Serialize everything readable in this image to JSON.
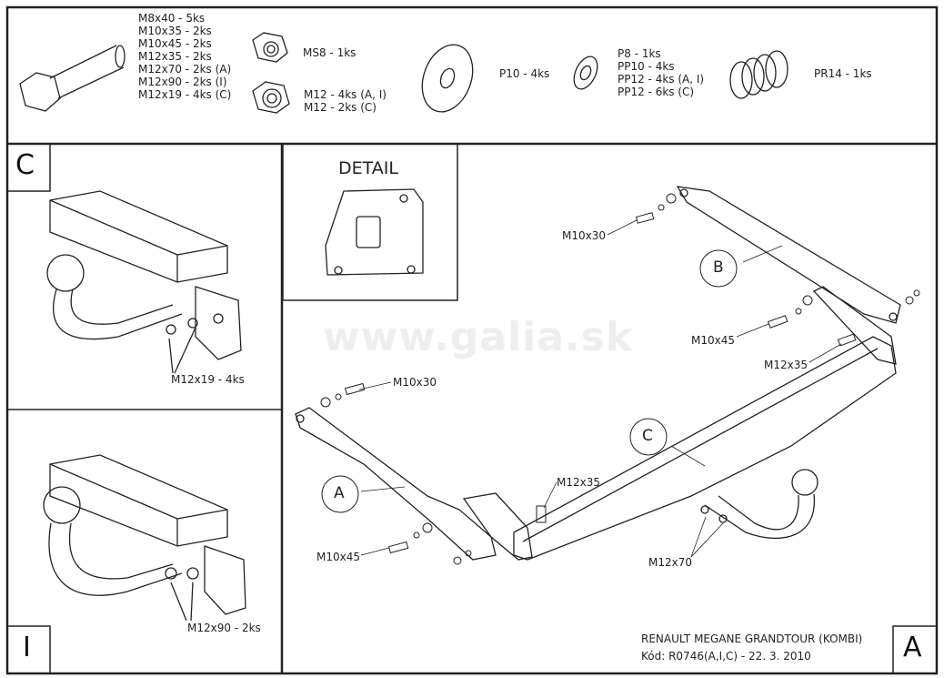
{
  "parts": {
    "bolts": [
      "M8x40 - 5ks",
      "M10x35 - 2ks",
      "M10x45 - 2ks",
      "M12x35 - 2ks",
      "M12x70 - 2ks (A)",
      "M12x90 - 2ks (I)",
      "M12x19 - 4ks (C)"
    ],
    "nut_ms8": "MS8 - 1ks",
    "nuts_m12": [
      "M12 - 4ks (A, I)",
      "M12 - 2ks (C)"
    ],
    "washer_p10": "P10 - 4ks",
    "washers": [
      "P8 - 1ks",
      "PP10 - 4ks",
      "PP12 - 4ks (A, I)",
      "PP12 - 6ks (C)"
    ],
    "spring": "PR14 - 1ks"
  },
  "panels": {
    "c_letter": "C",
    "c_label": "M12x19 - 4ks",
    "i_letter": "I",
    "i_label": "M12x90 - 2ks",
    "detail_title": "DETAIL",
    "a_letter": "A"
  },
  "main": {
    "labels": [
      "M10x30",
      "M10x45",
      "M12x35",
      "M10x30",
      "M12x35",
      "M10x45",
      "M12x70"
    ],
    "callouts": [
      "B",
      "C",
      "A"
    ],
    "watermark": "www.galia.sk"
  },
  "title_block": {
    "model": "RENAULT MEGANE GRANDTOUR (KOMBI)",
    "code": "Kód: R0746(A,I,C) - 22. 3. 2010"
  }
}
